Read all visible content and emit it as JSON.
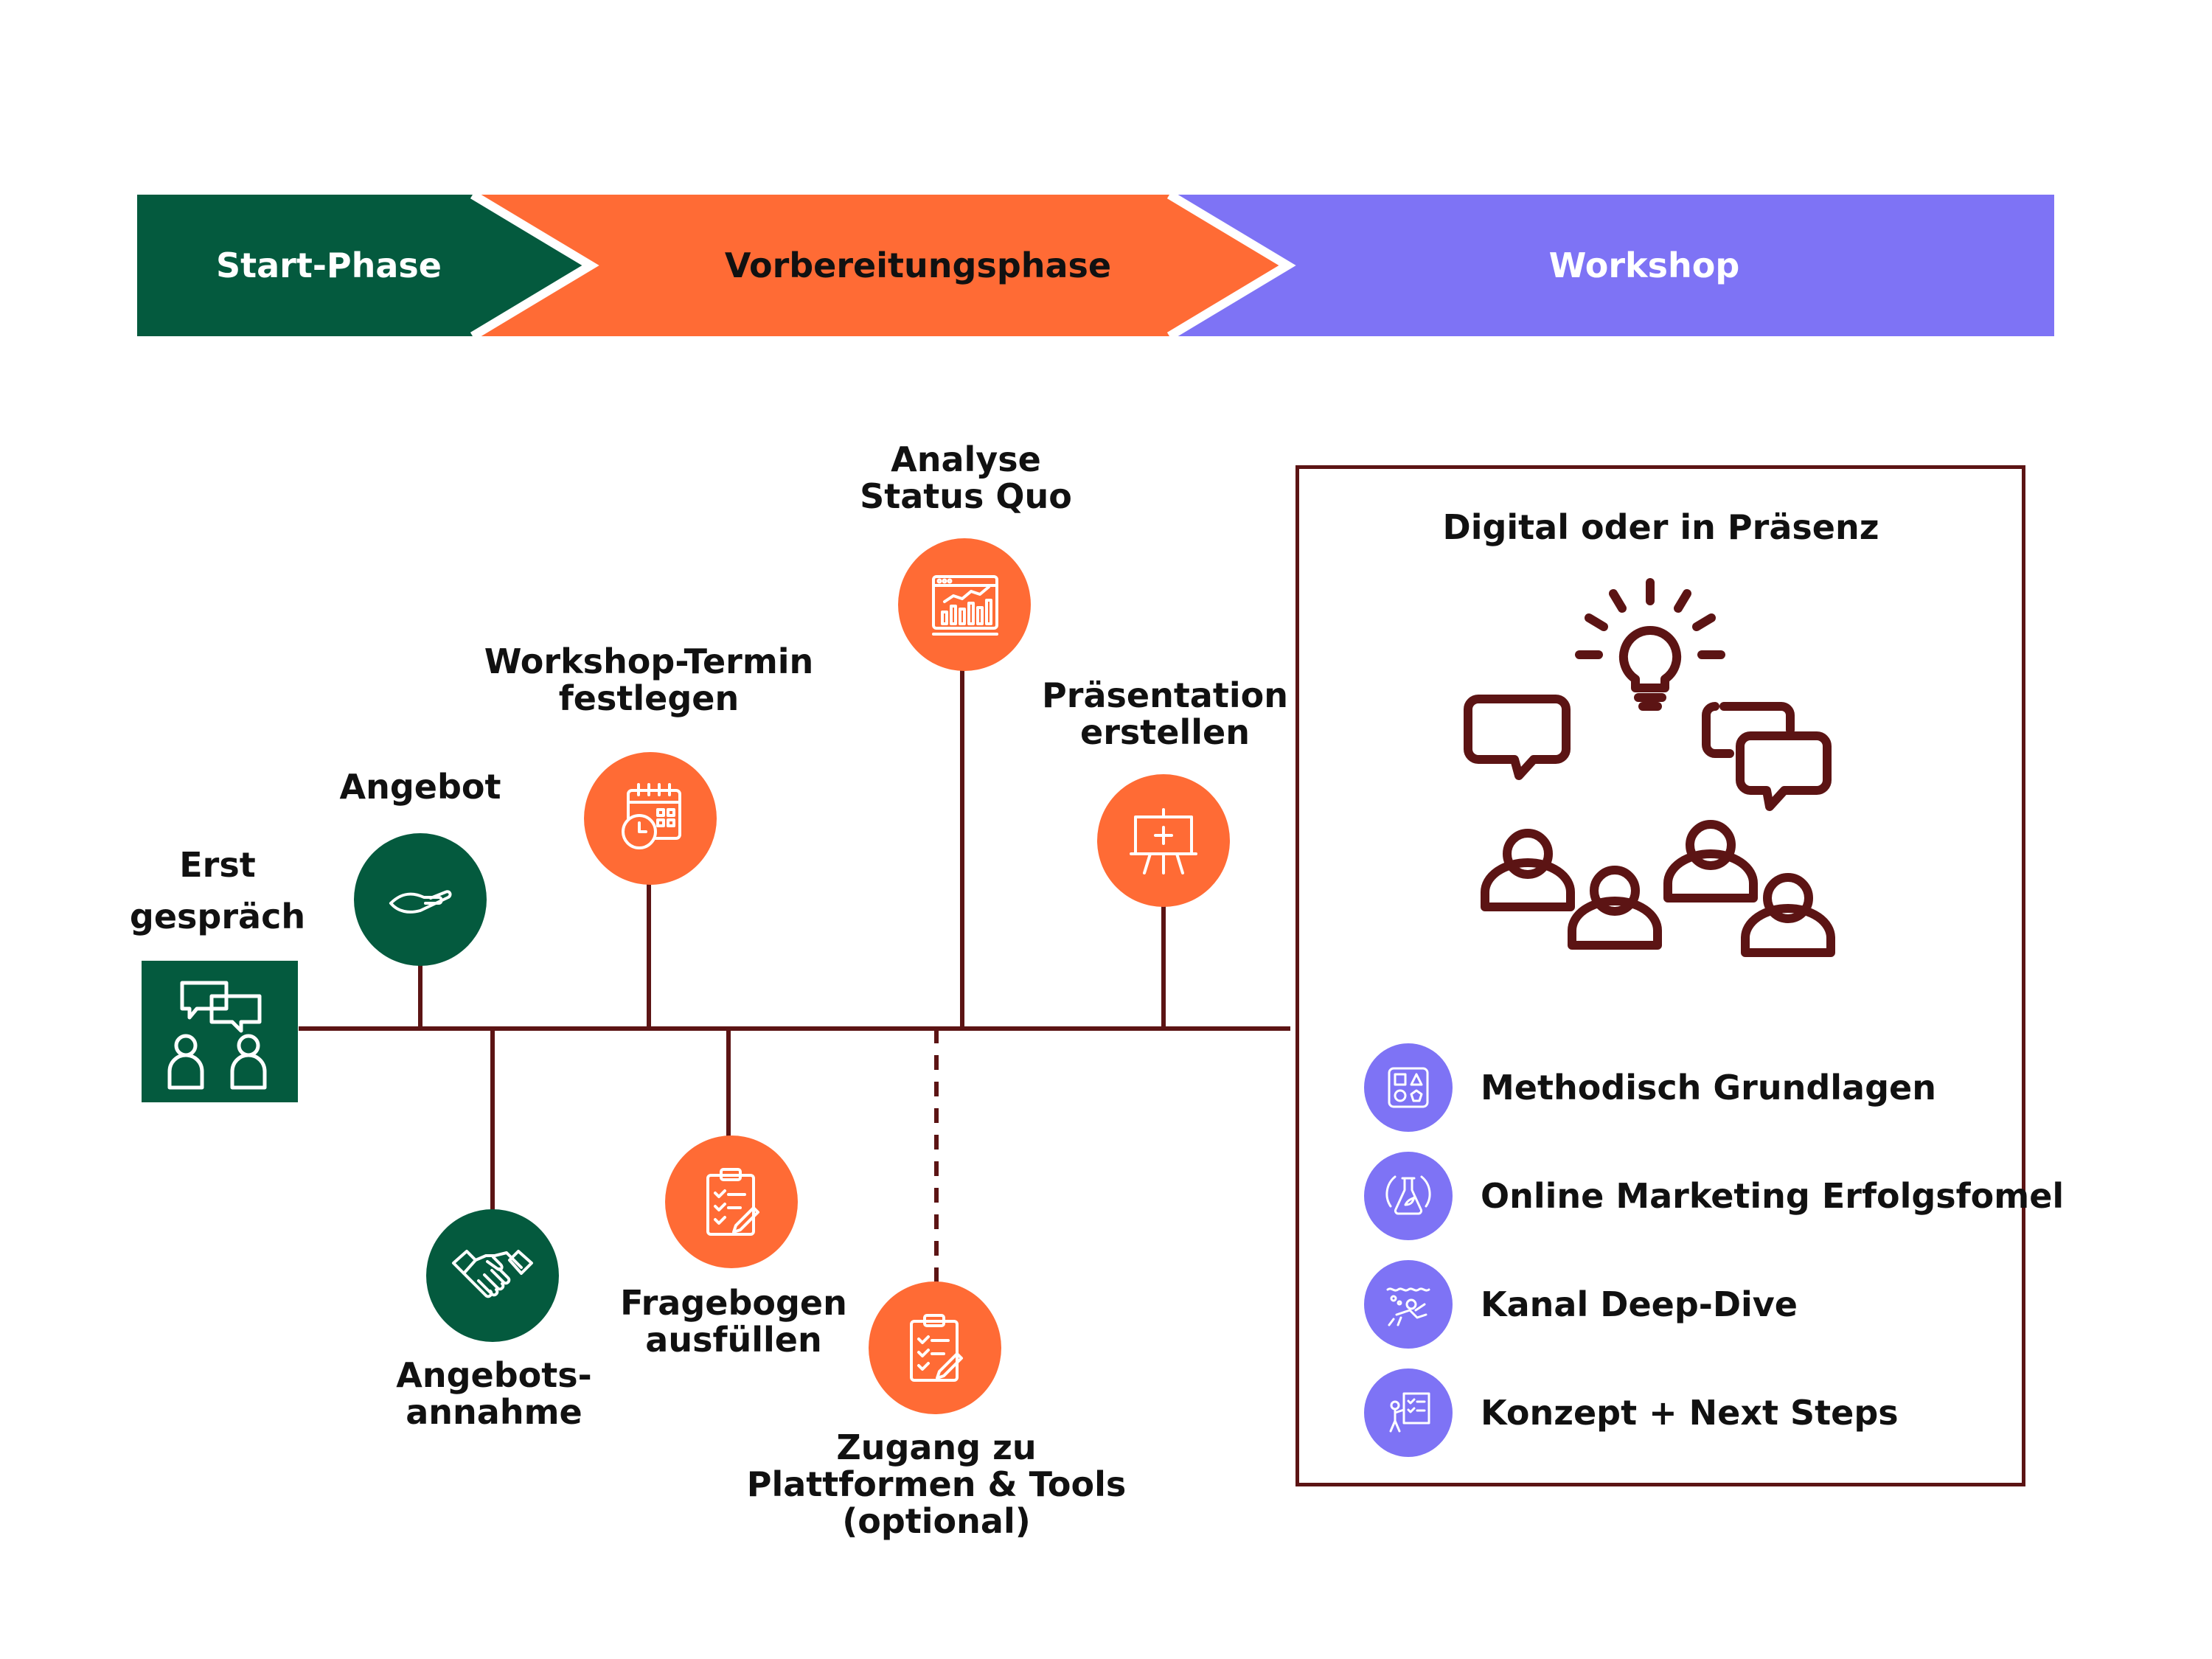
{
  "phases": [
    {
      "label": "Start-Phase",
      "color": "#045A3E",
      "text_color": "#ffffff"
    },
    {
      "label": "Vorbereitungsphase",
      "color": "#FF6B35",
      "text_color": "#111111"
    },
    {
      "label": "Workshop",
      "color": "#7E73F5",
      "text_color": "#ffffff"
    }
  ],
  "timeline": {
    "steps_above": [
      {
        "label_lines": [
          "Erst",
          "gespräch"
        ],
        "icon": "meeting-icon",
        "color": "#045A3E"
      },
      {
        "label_lines": [
          "Angebot"
        ],
        "icon": "open-hand-icon",
        "color": "#045A3E"
      },
      {
        "label_lines": [
          "Workshop-Termin",
          "festlegen"
        ],
        "icon": "calendar-clock-icon",
        "color": "#FF6B35"
      },
      {
        "label_lines": [
          "Analyse",
          "Status Quo"
        ],
        "icon": "analytics-chart-icon",
        "color": "#FF6B35"
      },
      {
        "label_lines": [
          "Präsentation",
          "erstellen"
        ],
        "icon": "presentation-board-icon",
        "color": "#FF6B35"
      }
    ],
    "steps_below": [
      {
        "label_lines": [
          "Angebots-",
          "annahme"
        ],
        "icon": "handshake-icon",
        "color": "#045A3E"
      },
      {
        "label_lines": [
          "Fragebogen",
          "ausfüllen"
        ],
        "icon": "clipboard-checklist-icon",
        "color": "#FF6B35"
      },
      {
        "label_lines": [
          "Zugang zu",
          "Plattformen & Tools",
          "(optional)"
        ],
        "icon": "clipboard-checklist-icon",
        "color": "#FF6B35"
      }
    ]
  },
  "workshop": {
    "title": "Digital oder in Präsenz",
    "illustration": "brainstorm-people-icon",
    "items": [
      {
        "label": "Methodisch Grundlagen",
        "icon": "shapes-icon"
      },
      {
        "label": "Online Marketing Erfolgsfomel",
        "icon": "flask-icon"
      },
      {
        "label": "Kanal Deep-Dive",
        "icon": "diver-icon"
      },
      {
        "label": "Konzept + Next Steps",
        "icon": "planning-board-icon"
      }
    ]
  },
  "colors": {
    "line": "#5C1414",
    "green": "#045A3E",
    "orange": "#FF6B35",
    "purple": "#7E73F5"
  }
}
